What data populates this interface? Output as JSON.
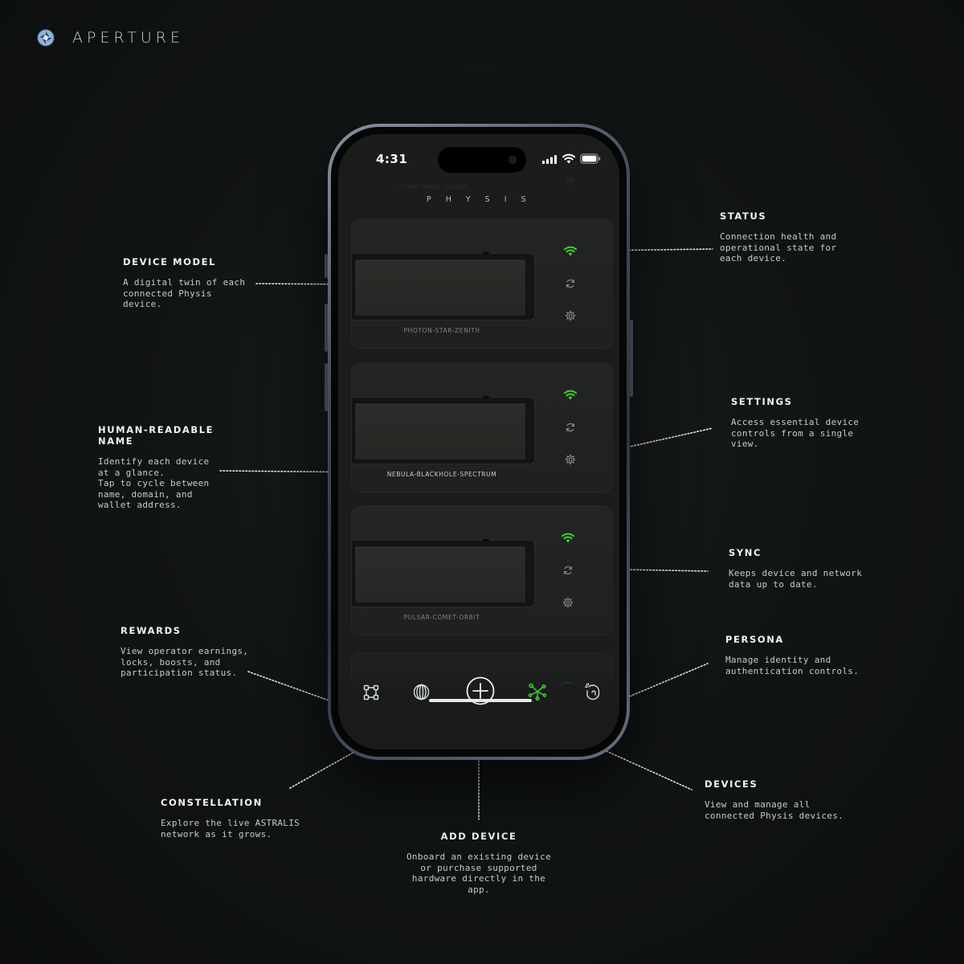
{
  "brand": {
    "name": "APERTURE",
    "logo_icon": "aperture-logo-icon"
  },
  "colors": {
    "accent_green": "#3fd12a",
    "annotation_line": "#e6e8e8",
    "background": "#121515"
  },
  "phone": {
    "status_bar": {
      "time": "4:31",
      "icons": [
        "cellular-signal-icon",
        "wifi-icon",
        "battery-icon"
      ]
    },
    "header": {
      "faded_text": "DCXA6 BRRD1 LACNSN",
      "title": "PHYSIS",
      "icon": "gear-icon"
    },
    "devices": [
      {
        "name": "PHOTON-STAR-ZENITH",
        "status_icon": "wifi-icon",
        "sync_icon": "sync-icon",
        "settings_icon": "gear-icon"
      },
      {
        "name": "NEBULA-BLACKHOLE-SPECTRUM",
        "status_icon": "wifi-icon",
        "sync_icon": "sync-icon",
        "settings_icon": "gear-icon"
      },
      {
        "name": "PULSAR-COMET-ORBIT",
        "status_icon": "wifi-icon",
        "sync_icon": "sync-icon",
        "settings_icon": "gear-icon"
      }
    ],
    "tab_bar": [
      {
        "id": "rewards",
        "icon": "rewards-grid-icon"
      },
      {
        "id": "constellation",
        "icon": "globe-icon"
      },
      {
        "id": "add-device",
        "icon": "plus-circle-icon"
      },
      {
        "id": "devices",
        "icon": "network-nodes-icon",
        "active": true
      },
      {
        "id": "persona",
        "icon": "persona-fingerprint-icon"
      }
    ]
  },
  "annotations": {
    "device_model": {
      "title": "DEVICE MODEL",
      "desc": "A digital twin of each\nconnected Physis\ndevice."
    },
    "human_readable_name": {
      "title": "HUMAN-READABLE\nNAME",
      "desc": "Identify each device\nat a glance.\nTap to cycle between\nname, domain, and\nwallet address."
    },
    "rewards": {
      "title": "REWARDS",
      "desc": "View operator earnings,\nlocks, boosts, and\nparticipation status."
    },
    "constellation": {
      "title": "CONSTELLATION",
      "desc": "Explore the live ASTRALIS\nnetwork as it grows."
    },
    "add_device": {
      "title": "ADD DEVICE",
      "desc": "Onboard an existing device\nor purchase supported\nhardware directly in the app."
    },
    "devices": {
      "title": "DEVICES",
      "desc": "View and manage all\nconnected Physis devices."
    },
    "persona": {
      "title": "PERSONA",
      "desc": "Manage identity and\nauthentication controls."
    },
    "sync": {
      "title": "SYNC",
      "desc": "Keeps device and network\ndata up to date."
    },
    "settings": {
      "title": "SETTINGS",
      "desc": "Access essential device\ncontrols from a single\nview."
    },
    "status": {
      "title": "STATUS",
      "desc": "Connection health and\noperational state for\neach device."
    }
  }
}
